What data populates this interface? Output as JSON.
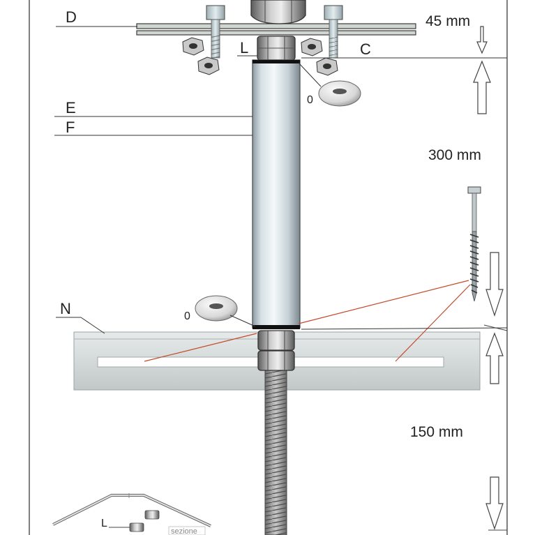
{
  "labels": {
    "d": "D",
    "l": "L",
    "c": "C",
    "e": "E",
    "f": "F",
    "n": "N",
    "o_upper": "0",
    "o_lower": "0",
    "l_section": "L",
    "section": "sezione"
  },
  "dimensions": {
    "top": "45 mm",
    "middle": "300 mm",
    "bottom": "150 mm"
  }
}
